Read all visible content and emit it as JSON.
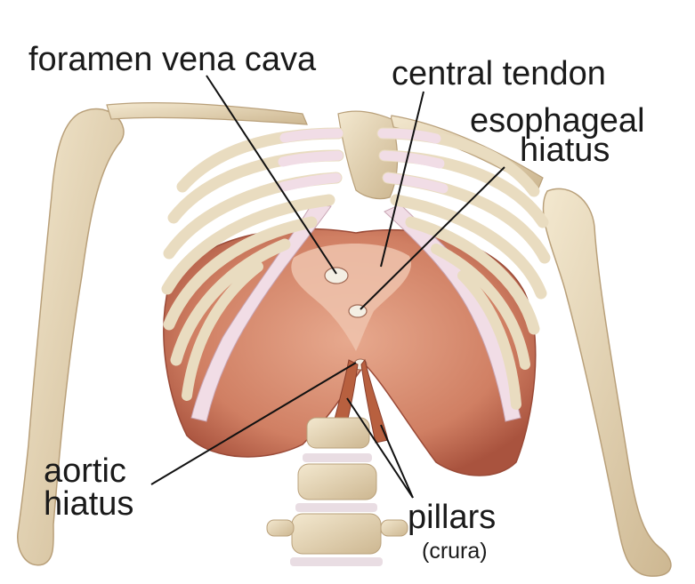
{
  "labels": {
    "foramen_vena_cava": "foramen vena cava",
    "central_tendon": "central tendon",
    "esophageal_line1": "esophageal",
    "esophageal_line2": "hiatus",
    "aortic_line1": "aortic",
    "aortic_line2": "hiatus",
    "pillars": "pillars",
    "crura": "(crura)"
  },
  "colors": {
    "bone": "#e9dcc0",
    "bone_shadow": "#c9b48f",
    "cartilage": "#f1dde6",
    "muscle": "#d98a6a",
    "muscle_dark": "#b9644c",
    "tendon": "#f0c7b3",
    "leader_line": "#111111"
  }
}
